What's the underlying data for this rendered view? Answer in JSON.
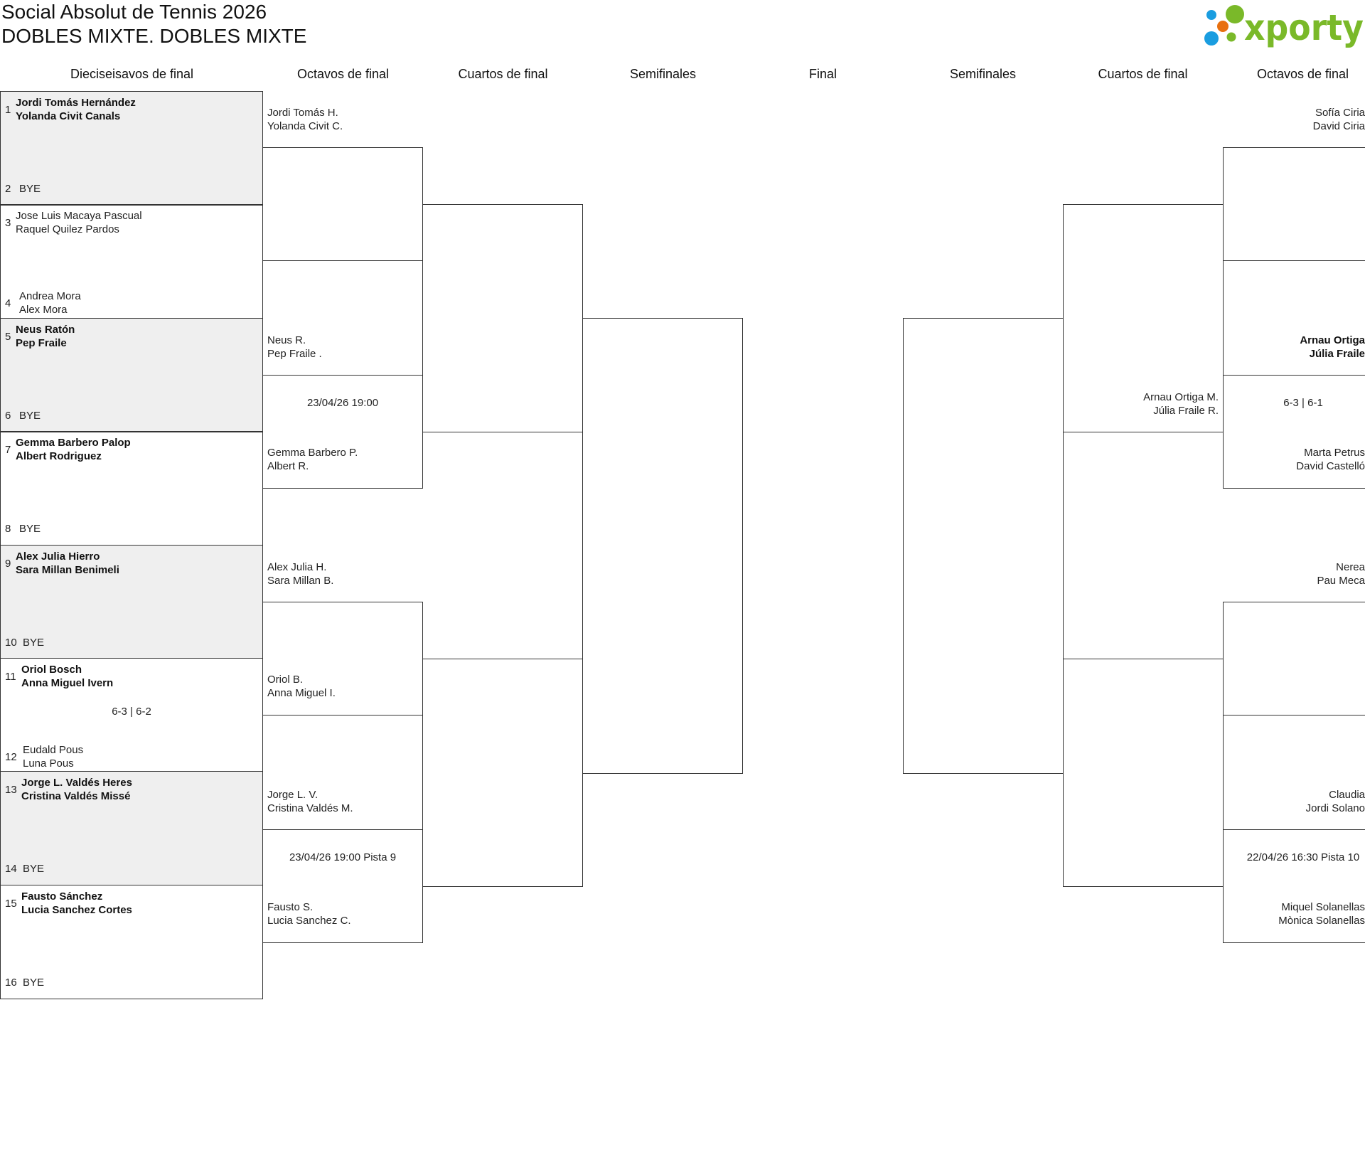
{
  "header": {
    "title": "Social Absolut de Tennis 2026",
    "subtitle": "DOBLES MIXTE. DOBLES MIXTE",
    "logo_text": "xporty"
  },
  "colors": {
    "logo_green": "#7ab929",
    "logo_blue": "#1a9de0",
    "logo_orange": "#e8700f",
    "shade": "#efefef"
  },
  "rounds": [
    "Dieciseisavos de final",
    "Octavos de final",
    "Cuartos de final",
    "Semifinales",
    "Final",
    "Semifinales",
    "Cuartos de final",
    "Octavos de final"
  ],
  "round1": [
    {
      "shaded": true,
      "seed_top": "1",
      "top": [
        "Jordi Tomás Hernández",
        "Yolanda Civit Canals"
      ],
      "top_bold": true,
      "seed_bottom": "2",
      "bottom": [
        "BYE"
      ],
      "bottom_bold": false,
      "score": ""
    },
    {
      "shaded": false,
      "seed_top": "3",
      "top": [
        "Jose Luis Macaya Pascual",
        "Raquel Quilez Pardos"
      ],
      "top_bold": false,
      "seed_bottom": "4",
      "bottom": [
        "Andrea Mora",
        "Alex Mora"
      ],
      "bottom_bold": false,
      "score": ""
    },
    {
      "shaded": true,
      "seed_top": "5",
      "top": [
        "Neus Ratón",
        "Pep Fraile"
      ],
      "top_bold": true,
      "seed_bottom": "6",
      "bottom": [
        "BYE"
      ],
      "bottom_bold": false,
      "score": ""
    },
    {
      "shaded": false,
      "seed_top": "7",
      "top": [
        "Gemma Barbero Palop",
        "Albert Rodriguez"
      ],
      "top_bold": true,
      "seed_bottom": "8",
      "bottom": [
        "BYE"
      ],
      "bottom_bold": false,
      "score": ""
    },
    {
      "shaded": true,
      "seed_top": "9",
      "top": [
        "Alex Julia Hierro",
        "Sara Millan Benimeli"
      ],
      "top_bold": true,
      "seed_bottom": "10",
      "bottom": [
        "BYE"
      ],
      "bottom_bold": false,
      "score": ""
    },
    {
      "shaded": false,
      "seed_top": "11",
      "top": [
        "Oriol Bosch",
        "Anna Miguel Ivern"
      ],
      "top_bold": true,
      "seed_bottom": "12",
      "bottom": [
        "Eudald Pous",
        "Luna Pous"
      ],
      "bottom_bold": false,
      "score": "6-3 | 6-2"
    },
    {
      "shaded": true,
      "seed_top": "13",
      "top": [
        "Jorge L. Valdés Heres",
        "Cristina Valdés Missé"
      ],
      "top_bold": true,
      "seed_bottom": "14",
      "bottom": [
        "BYE"
      ],
      "bottom_bold": false,
      "score": ""
    },
    {
      "shaded": false,
      "seed_top": "15",
      "top": [
        "Fausto Sánchez",
        "Lucia Sanchez Cortes"
      ],
      "top_bold": true,
      "seed_bottom": "16",
      "bottom": [
        "BYE"
      ],
      "bottom_bold": false,
      "score": ""
    }
  ],
  "left_octavos": [
    {
      "top": [
        "Jordi Tomás H.",
        "Yolanda Civit C."
      ],
      "top_bold": false,
      "bottom": [],
      "info": ""
    },
    {
      "top": [
        "Neus R.",
        "Pep Fraile ."
      ],
      "top_bold": false,
      "bottom": [
        "Gemma Barbero P.",
        "Albert R."
      ],
      "info": "23/04/26 19:00"
    },
    {
      "top": [
        "Alex Julia H.",
        "Sara Millan B."
      ],
      "top_bold": false,
      "bottom": [
        "Oriol B.",
        "Anna Miguel I."
      ],
      "info": ""
    },
    {
      "top": [
        "Jorge L. V.",
        "Cristina Valdés M."
      ],
      "top_bold": false,
      "bottom": [
        "Fausto S.",
        "Lucia Sanchez C."
      ],
      "info": "23/04/26 19:00 Pista 9"
    }
  ],
  "right_octavos": [
    {
      "top": [
        "Sofía Ciria",
        "David Ciria"
      ],
      "top_bold": false,
      "bottom": [],
      "info": ""
    },
    {
      "top": [
        "Arnau Ortiga",
        "Júlia Fraile"
      ],
      "top_bold": true,
      "bottom": [
        "Marta Petrus",
        "David Castelló"
      ],
      "info": "6-3 | 6-1"
    },
    {
      "top": [
        "Nerea",
        "Pau Meca"
      ],
      "top_bold": false,
      "bottom": [],
      "info": ""
    },
    {
      "top": [
        "Claudia",
        "Jordi Solano"
      ],
      "top_bold": false,
      "bottom": [
        "Miquel Solanellas",
        "Mònica Solanellas"
      ],
      "info": "22/04/26 16:30 Pista 10"
    }
  ],
  "right_cuartos": [
    {
      "bottom": [
        "Arnau Ortiga M.",
        "Júlia Fraile R."
      ]
    },
    {
      "bottom": []
    }
  ]
}
